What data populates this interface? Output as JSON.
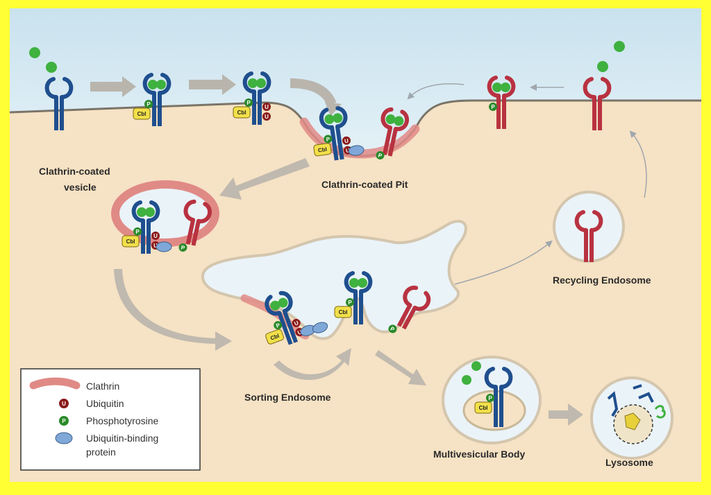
{
  "labels": {
    "clathrin_vesicle": [
      "Clathrin-coated",
      "vesicle"
    ],
    "clathrin_pit": "Clathrin-coated Pit",
    "recycling_endosome": "Recycling Endosome",
    "sorting_endosome": "Sorting Endosome",
    "multivesicular_body": "Multivesicular Body",
    "lysosome": "Lysosome"
  },
  "legend": {
    "items": [
      {
        "label": "Clathrin",
        "symbol": "clathrin-bar"
      },
      {
        "label": "Ubiquitin",
        "symbol": "U"
      },
      {
        "label": "Phosphotyrosine",
        "symbol": "P"
      },
      {
        "label": "Ubiquitin-binding",
        "label2": "protein",
        "symbol": "ubiquitin-binding-protein"
      }
    ]
  },
  "tags": {
    "cbl": "Cbl",
    "ubiquitin": "U",
    "phospho": "P"
  },
  "colors": {
    "background_frame": "#ffff33",
    "extracellular": "#d9ecf4",
    "cytoplasm": "#f6e2c4",
    "lumen": "#eaf3f8",
    "clathrin": "#e08a86",
    "active_receptor": "#1f4f8e",
    "recycled_receptor": "#b83240",
    "ligand": "#3fb13f",
    "ubiquitin": "#8a1a1a",
    "phosphotyrosine": "#2a8a2a",
    "cbl": "#f2e04a",
    "ubiquitin_binding_protein": "#7fa8d8",
    "arrow": "#b9b5ad"
  }
}
